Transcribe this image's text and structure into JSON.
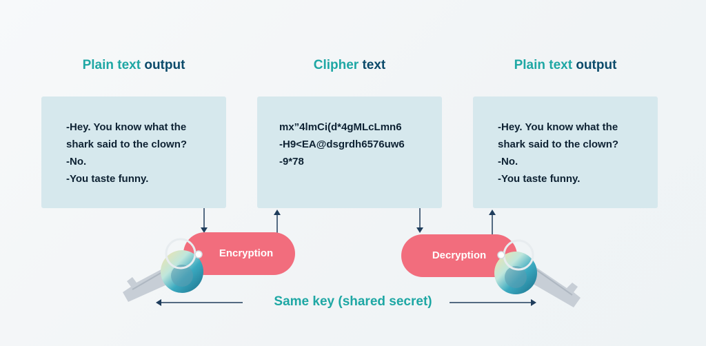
{
  "titles": {
    "left": {
      "word1": "Plain text",
      "word2": "output"
    },
    "middle": {
      "word1": "Clipher",
      "word2": "text"
    },
    "right": {
      "word1": "Plain text",
      "word2": "output"
    }
  },
  "boxes": {
    "left": [
      "-Hey. You know what the",
      "shark said to the clown?",
      "-No.",
      "-You taste funny."
    ],
    "middle": [
      "mx”4lmCi(d*4gMLcLmn6",
      "-H9<EA@dsgrdh6576uw6",
      "-9*78"
    ],
    "right": [
      "-Hey. You know what the",
      "shark said to the clown?",
      "-No.",
      "-You taste funny."
    ]
  },
  "pills": {
    "encryption": "Encryption",
    "decryption": "Decryption"
  },
  "bottom_label": "Same key (shared secret)",
  "colors": {
    "teal": "#1ea7a4",
    "navy": "#0b4a6a",
    "box_bg": "#d6e8ed",
    "pill": "#f26d7d",
    "text": "#0e2233"
  },
  "icons": [
    "key-icon",
    "key-icon"
  ]
}
